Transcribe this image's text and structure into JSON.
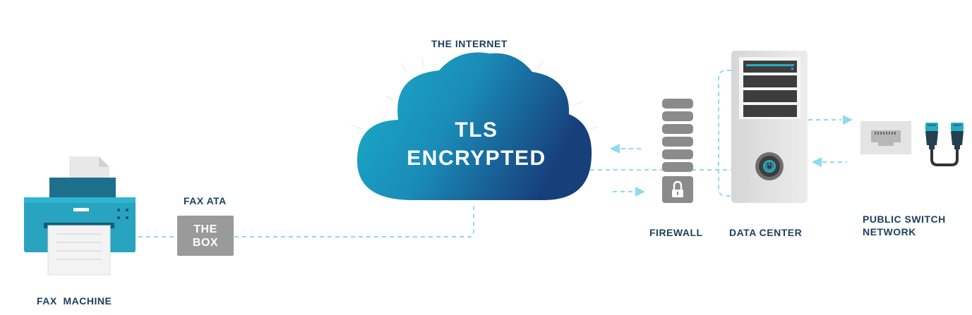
{
  "labels": {
    "internet": "THE INTERNET",
    "fax_ata": "FAX ATA",
    "fax_machine": "FAX  MACHINE",
    "firewall": "FIREWALL",
    "data_center": "DATA CENTER",
    "pstn_line1": "PUBLIC SWITCH",
    "pstn_line2": "NETWORK"
  },
  "cloud": {
    "line1": "TLS",
    "line2": "ENCRYPTED"
  },
  "fax_ata_box": {
    "line1": "THE",
    "line2": "BOX"
  },
  "icons": [
    "fax-machine-icon",
    "ata-box-icon",
    "cloud-icon",
    "firewall-icon",
    "lock-icon",
    "server-tower-icon",
    "power-button-icon",
    "ethernet-port-icon",
    "ethernet-cable-icon",
    "arrow-left-icon",
    "arrow-right-icon"
  ],
  "colors": {
    "label": "#1d3f5e",
    "link_dashed": "#8fdaf0",
    "cloud_light": "#1a9dbd",
    "cloud_dark": "#174f82",
    "printer_body": "#28a3c0",
    "box_gray": "#9a9a9a",
    "firewall_gray": "#8b8b8b",
    "server_gray": "#e3e3e3",
    "dark_panel": "#3d3d3d"
  }
}
